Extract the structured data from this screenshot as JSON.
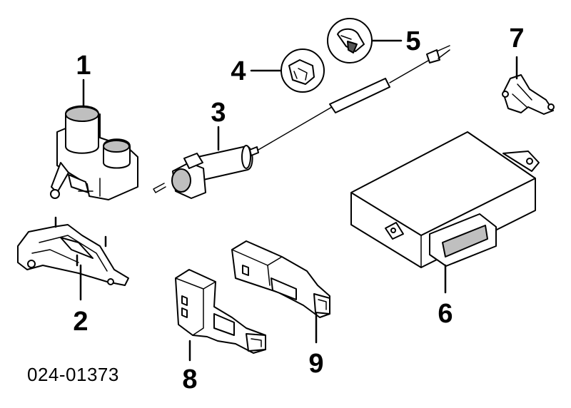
{
  "diagram": {
    "document_number": "024-01373",
    "callouts": [
      {
        "id": "1",
        "label": "1"
      },
      {
        "id": "2",
        "label": "2"
      },
      {
        "id": "3",
        "label": "3"
      },
      {
        "id": "4",
        "label": "4"
      },
      {
        "id": "5",
        "label": "5"
      },
      {
        "id": "6",
        "label": "6"
      },
      {
        "id": "7",
        "label": "7"
      },
      {
        "id": "8",
        "label": "8"
      },
      {
        "id": "9",
        "label": "9"
      }
    ]
  }
}
